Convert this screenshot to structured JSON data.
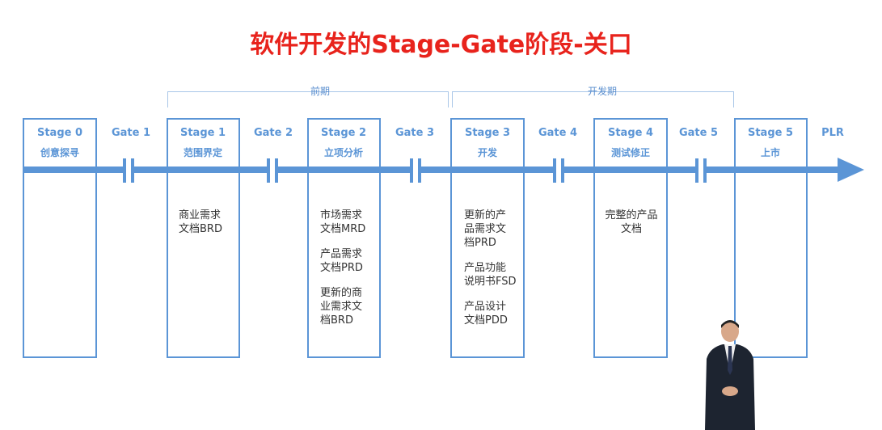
{
  "title": "软件开发的Stage-Gate阶段-关口",
  "phases": [
    {
      "label": "前期"
    },
    {
      "label": "开发期"
    }
  ],
  "stages": [
    {
      "name": "Stage 0",
      "sub": "创意探寻",
      "deliverables": []
    },
    {
      "name": "Stage 1",
      "sub": "范围界定",
      "deliverables": [
        [
          "商业需求",
          "文档BRD"
        ]
      ]
    },
    {
      "name": "Stage 2",
      "sub": "立项分析",
      "deliverables": [
        [
          "市场需求",
          "文档MRD"
        ],
        [
          "产品需求",
          "文档PRD"
        ],
        [
          "更新的商",
          "业需求文",
          "档BRD"
        ]
      ]
    },
    {
      "name": "Stage 3",
      "sub": "开发",
      "deliverables": [
        [
          "更新的产",
          "品需求文",
          "档PRD"
        ],
        [
          "产品功能",
          "说明书FSD"
        ],
        [
          "产品设计",
          "文档PDD"
        ]
      ]
    },
    {
      "name": "Stage 4",
      "sub": "测试修正",
      "deliverables": [
        [
          "完整的产品",
          "文档"
        ]
      ]
    },
    {
      "name": "Stage 5",
      "sub": "上市",
      "deliverables": []
    }
  ],
  "gates": [
    "Gate 1",
    "Gate 2",
    "Gate 3",
    "Gate 4",
    "Gate 5"
  ],
  "end_label": "PLR",
  "colors": {
    "title": "#e8231c",
    "accent": "#5b95d6",
    "text": "#333333"
  }
}
